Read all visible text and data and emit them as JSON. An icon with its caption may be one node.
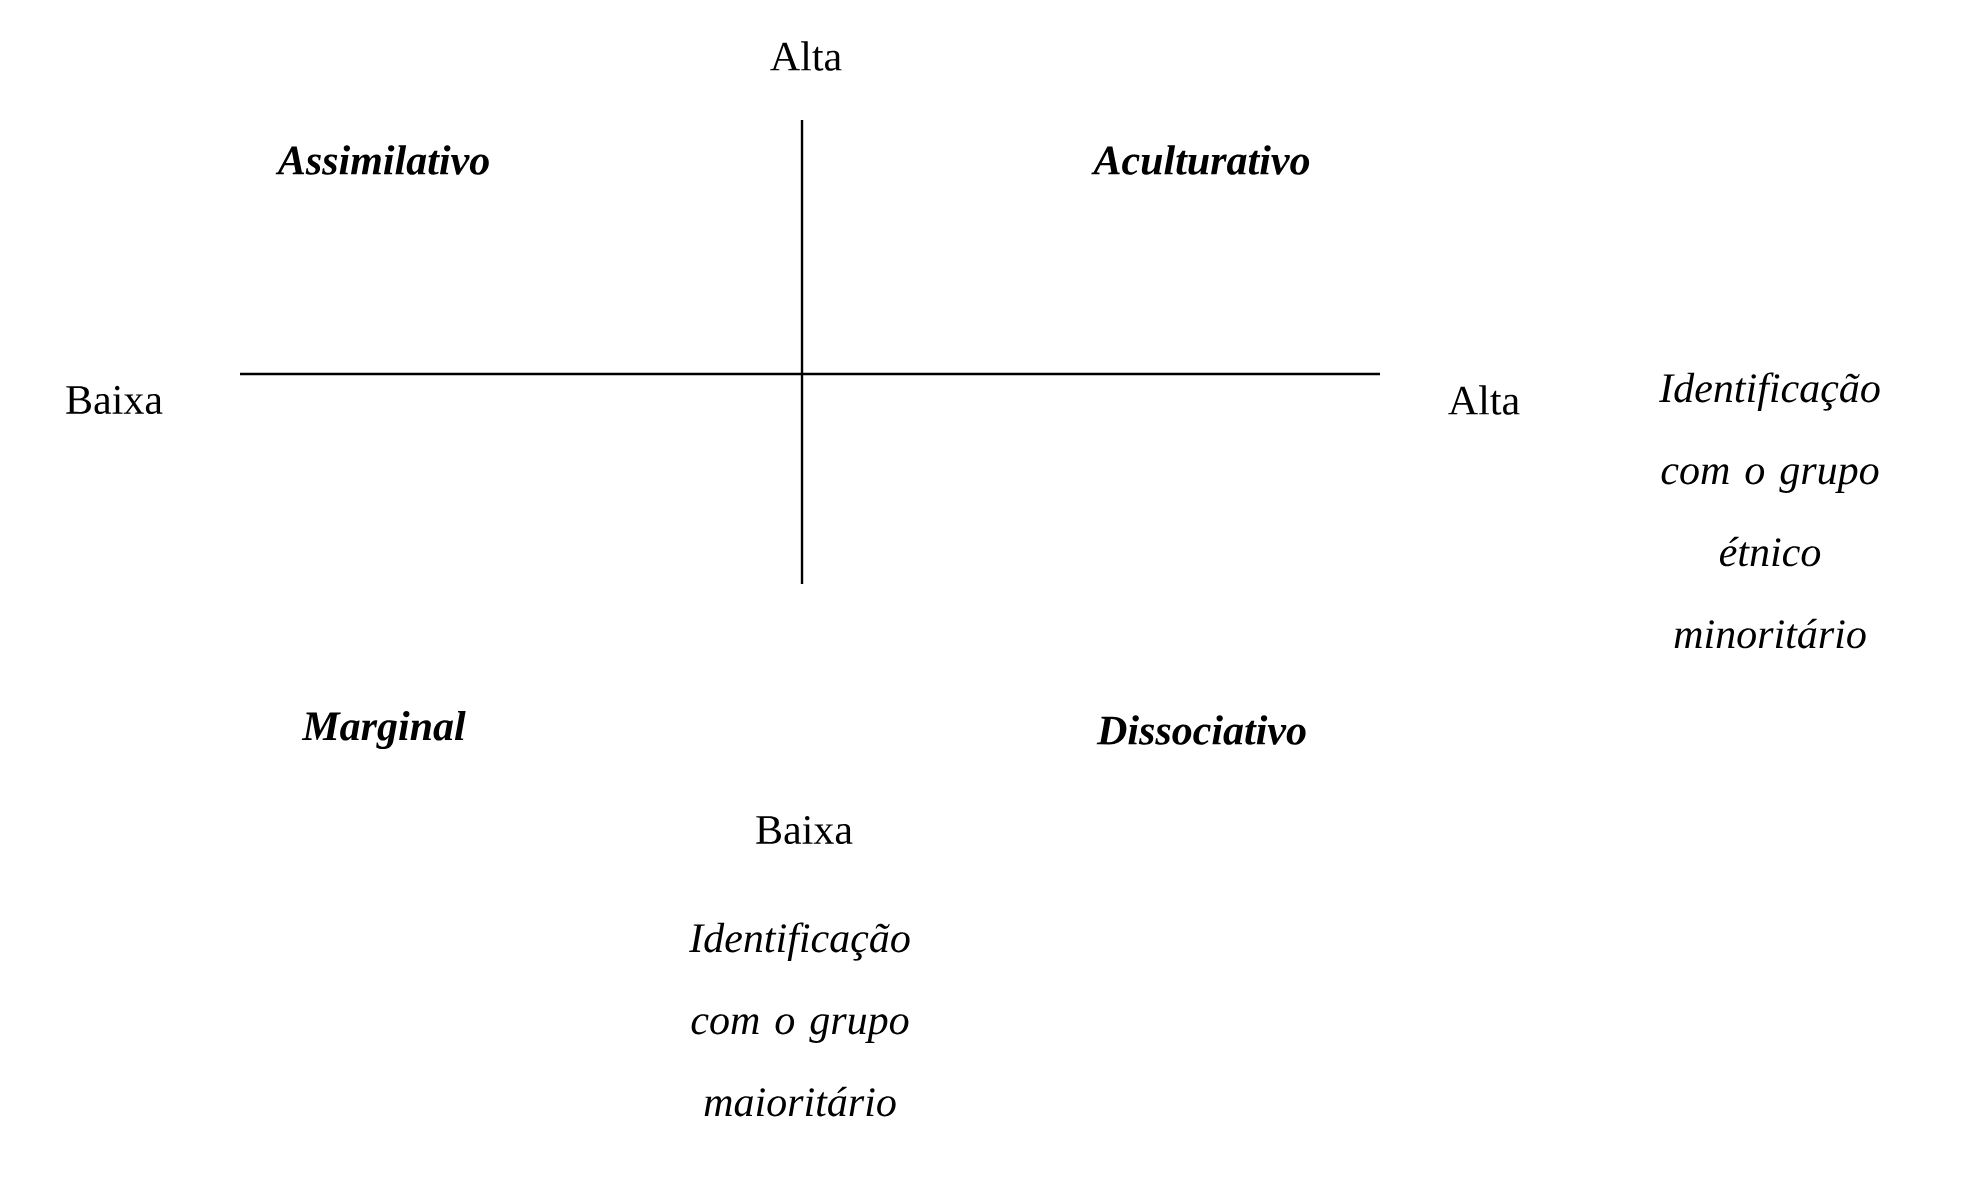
{
  "diagram": {
    "labels": [
      "Alta",
      "Assimilativo",
      "Aculturativo",
      "Baixa",
      "Alta",
      "Identificação com o grupo étnico minoritário",
      "Marginal",
      "Dissociativo",
      "Baixa",
      "Identificação com o grupo maioritário"
    ]
  }
}
